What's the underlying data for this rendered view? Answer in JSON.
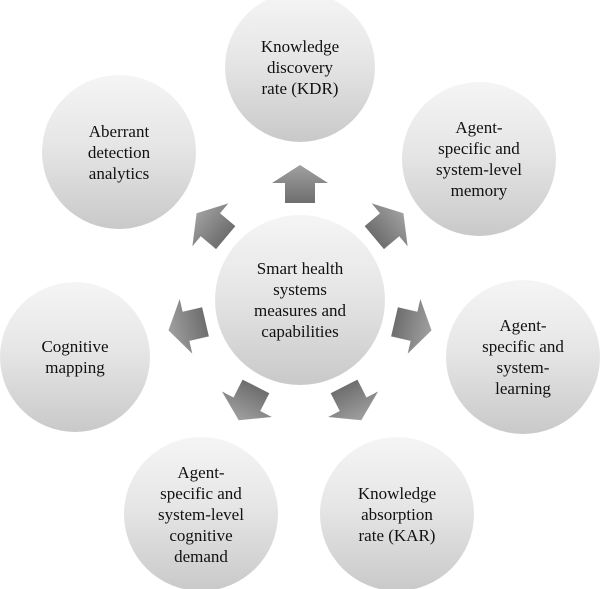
{
  "center": {
    "label": "Smart health\nsystems\nmeasures and\ncapabilities"
  },
  "nodes": [
    {
      "label": "Knowledge\ndiscovery\nrate (KDR)"
    },
    {
      "label": "Agent-\nspecific and\nsystem-level\nmemory"
    },
    {
      "label": "Agent-\nspecific and\nsystem-\nlearning"
    },
    {
      "label": "Knowledge\nabsorption\nrate (KAR)"
    },
    {
      "label": "Agent-\nspecific and\nsystem-level\ncognitive\ndemand"
    },
    {
      "label": "Cognitive\nmapping"
    },
    {
      "label": "Aberrant\ndetection\nanalytics"
    }
  ],
  "colors": {
    "arrow_light": "#a0a0a0",
    "arrow_dark": "#6e6e6e"
  }
}
